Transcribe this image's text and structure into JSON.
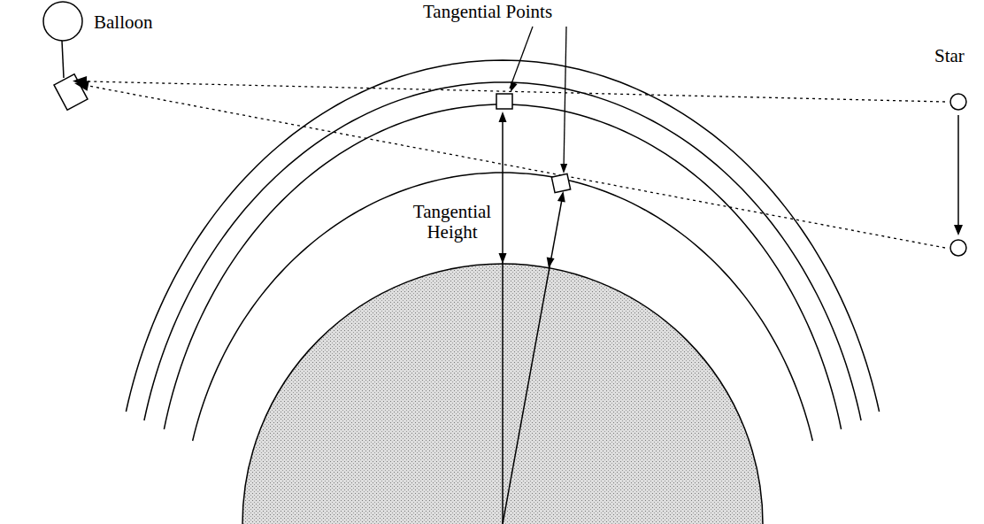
{
  "diagram": {
    "labels": [
      "Balloon",
      "Tangential Points",
      "Star",
      "Tangential Height"
    ]
  }
}
